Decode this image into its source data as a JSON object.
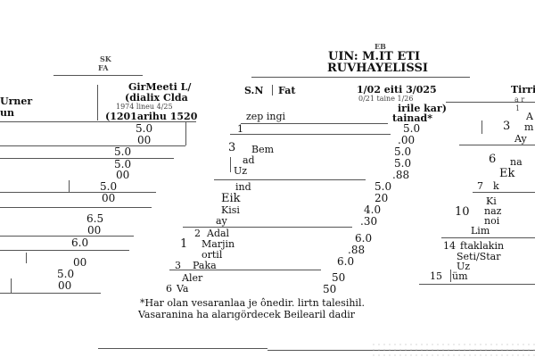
{
  "title": {
    "line0": "EB",
    "line1": "UIN: M.IT ETI",
    "line2": "RUVHAYELISSI",
    "left1": "SK",
    "left2": "FA"
  },
  "header": {
    "col_left1": "Urner",
    "col_left2": "un",
    "col_mid1": "GirMeeti L/",
    "col_mid2": "(dialix Clda",
    "col_mid3": "1974 lineu 4/25",
    "col_mid4": "(1201arihu 1520",
    "sn": "S.N",
    "fat": "Fat",
    "date1": "1/02 eiti 3/025",
    "date2": "0/21 taine 1/26",
    "kar1": "irile kar)",
    "kar2": "tainad*",
    "right1": "Tirrif",
    "right2": "a r"
  },
  "rows_middle": [
    "zep ingi",
    "Bem",
    "ad",
    "Uz",
    "ind",
    "Eik",
    "Kisi",
    "ay",
    "Adal",
    "Marjin",
    "ortil",
    "Paka",
    "Aler",
    "Va"
  ],
  "row_numbers": [
    "1",
    "3",
    "2",
    "1",
    "3",
    "6"
  ],
  "values_left": [
    "5.0",
    "00",
    "5.0",
    "5.0",
    "00",
    "5.0",
    "00",
    "6.5",
    "00",
    "6.0",
    "00",
    "5.0",
    "00"
  ],
  "values_mid": [
    "5.0",
    ".00",
    "5.0",
    "5.0",
    ".88",
    "5.0",
    "20",
    "4.0",
    ".30",
    "6.0",
    ".88",
    "6.0",
    "50",
    "50"
  ],
  "right_col": {
    "nums": [
      "1",
      "3",
      "6",
      "7",
      "10",
      "14",
      "15"
    ],
    "labels": [
      "A",
      "m",
      "Ay",
      "na",
      "Ek",
      "k",
      "Ki",
      "naz",
      "noi",
      "Lim",
      "ftaklakin",
      "Seti/Star",
      "Uz",
      "üm"
    ]
  },
  "footer": {
    "line1": "*Har olan vesaranlaa je ônedir. lirtn talesihil.",
    "line2": "Vasaranina ha alarıgördecek Beilearil dadir"
  }
}
